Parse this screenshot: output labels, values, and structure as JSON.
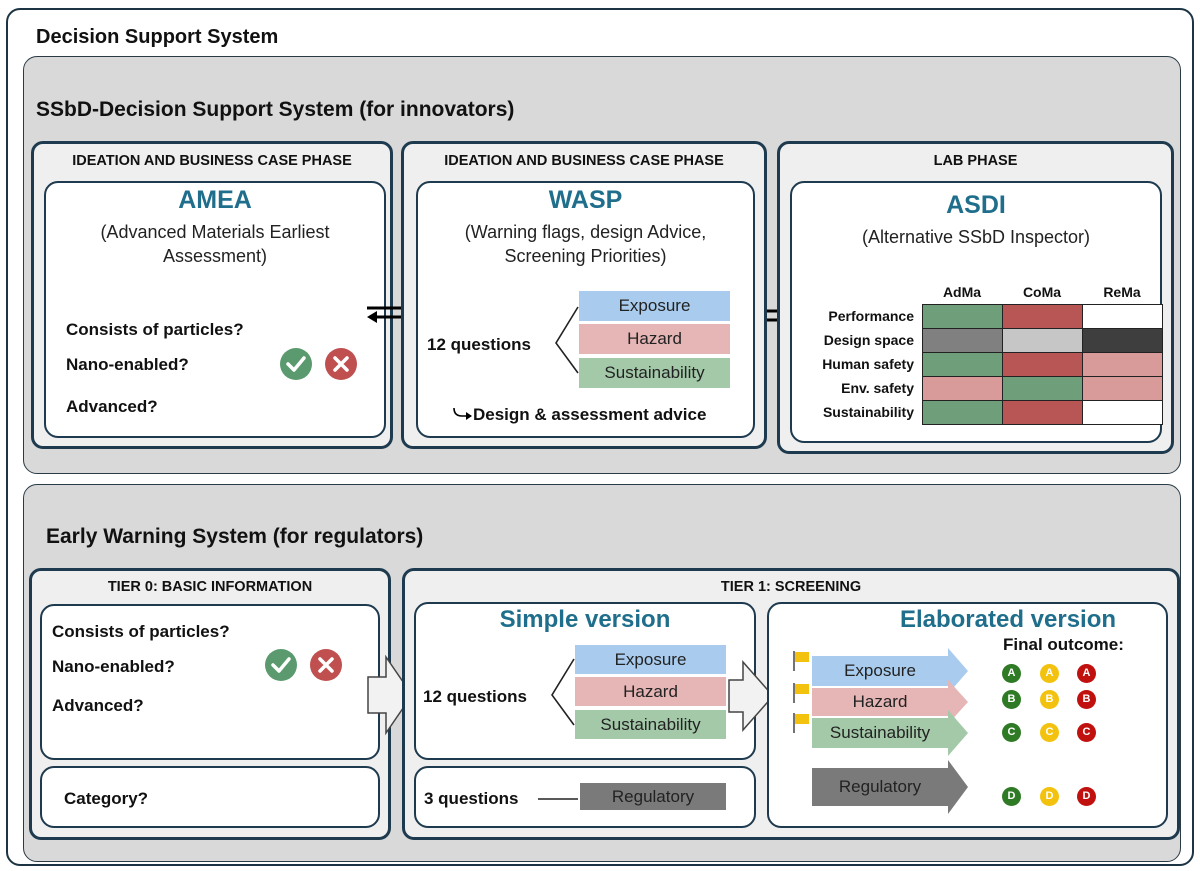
{
  "system_title": "Decision Support System",
  "ssbd": {
    "title": "SSbD-Decision Support System (for innovators)",
    "amea": {
      "phase": "IDEATION AND BUSINESS CASE PHASE",
      "name": "AMEA",
      "desc_line1": "(Advanced Materials Earliest",
      "desc_line2": "Assessment)",
      "questions": [
        "Consists of particles?",
        "Nano-enabled?",
        "Advanced?"
      ]
    },
    "wasp": {
      "phase": "IDEATION AND BUSINESS CASE PHASE",
      "name": "WASP",
      "desc_line1": "(Warning flags, design Advice,",
      "desc_line2": "Screening Priorities)",
      "questions_label": "12 questions",
      "tags": [
        "Exposure",
        "Hazard",
        "Sustainability"
      ],
      "advice": "Design & assessment  advice"
    },
    "asdi": {
      "phase": "LAB PHASE",
      "name": "ASDI",
      "desc": "(Alternative SSbD Inspector)",
      "columns": [
        "AdMa",
        "CoMa",
        "ReMa"
      ],
      "rows": [
        "Performance",
        "Design space",
        "Human safety",
        "Env. safety",
        "Sustainability"
      ],
      "matrix_colors": [
        [
          "#6e9f7a",
          "#b85555",
          "#ffffff"
        ],
        [
          "#808080",
          "#c6c6c6",
          "#3e3e3e"
        ],
        [
          "#6e9f7a",
          "#b85555",
          "#d99a9a"
        ],
        [
          "#d99a9a",
          "#6e9f7a",
          "#d99a9a"
        ],
        [
          "#6e9f7a",
          "#b85555",
          "#ffffff"
        ]
      ]
    }
  },
  "ews": {
    "title": "Early Warning System (for regulators)",
    "tier0": {
      "phase": "TIER 0: BASIC INFORMATION",
      "questions": [
        "Consists of particles?",
        "Nano-enabled?",
        "Advanced?"
      ],
      "category": "Category?"
    },
    "tier1": {
      "phase": "TIER 1: SCREENING",
      "simple": {
        "title": "Simple version",
        "questions_label": "12 questions",
        "tags": [
          "Exposure",
          "Hazard",
          "Sustainability"
        ],
        "reg_questions": "3 questions",
        "regulatory": "Regulatory"
      },
      "elaborated": {
        "title": "Elaborated version",
        "final_outcome": "Final outcome:",
        "arrows": [
          "Exposure",
          "Hazard",
          "Sustainability",
          "Regulatory"
        ],
        "outcome_letters": [
          "A",
          "B",
          "C",
          "D"
        ],
        "outcome_colors": [
          "#2f7a25",
          "#f3c20f",
          "#c0110e"
        ]
      }
    }
  },
  "colors": {
    "exposure": "#a9ccee",
    "hazard": "#e6b5b5",
    "sustainability": "#a3c9a8",
    "regulatory": "#7a7a7a",
    "check": "#5a9a6e",
    "cross": "#c05050",
    "accent": "#1f6e8c",
    "flag": "#f3c20f"
  },
  "icons": [
    "check-icon",
    "cross-icon",
    "flag-icon",
    "double-arrow-icon",
    "block-arrow-icon",
    "brace-icon",
    "curved-arrow-icon"
  ]
}
